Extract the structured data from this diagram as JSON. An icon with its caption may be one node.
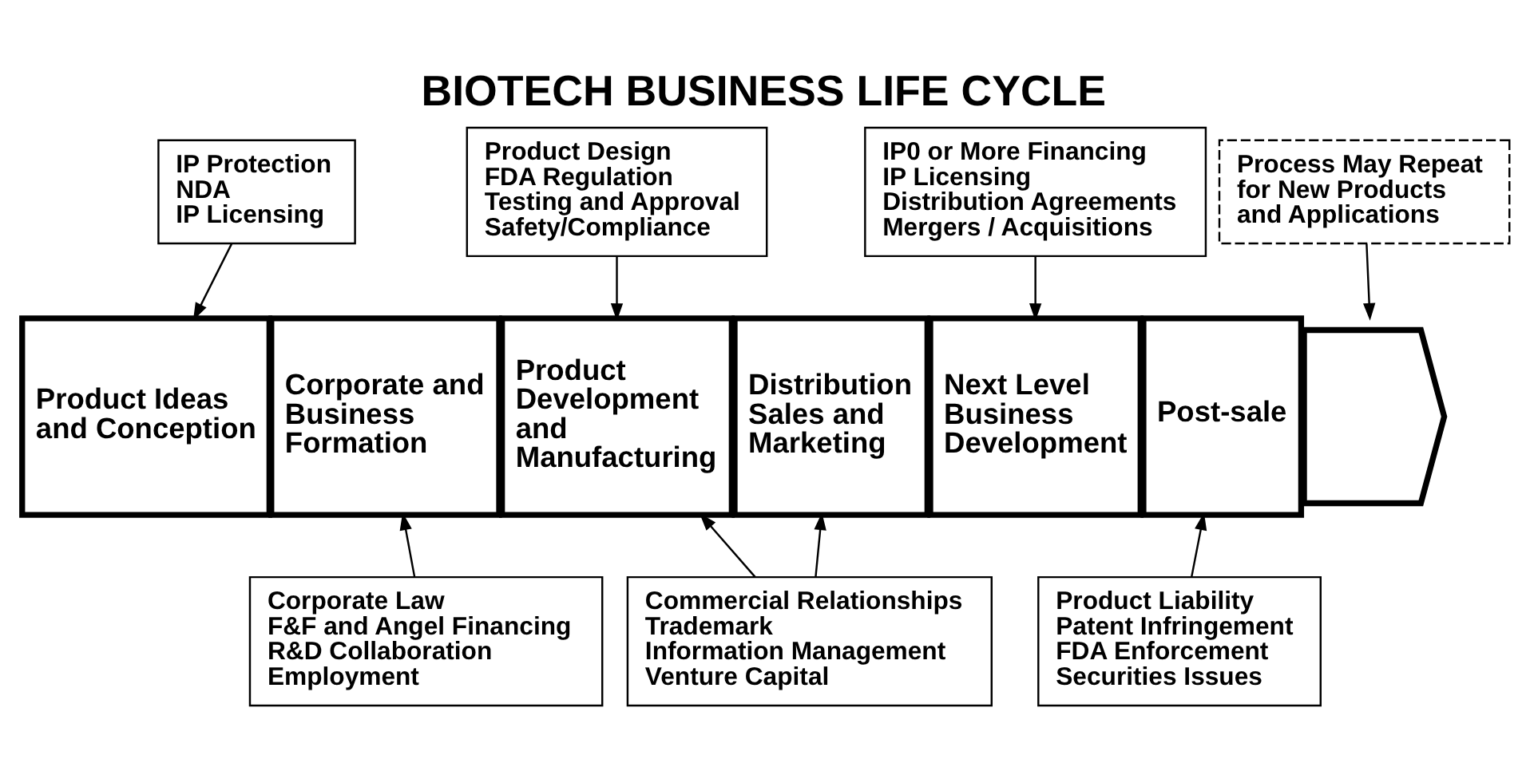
{
  "diagram": {
    "title": "BIOTECH BUSINESS LIFE CYCLE",
    "nodes": [
      {
        "text": [
          "IP Protection",
          "NDA",
          "IP Licensing"
        ]
      },
      {
        "text": [
          "Product Design",
          "FDA Regulation",
          "Testing and Approval",
          "Safety/Compliance"
        ]
      },
      {
        "text": [
          "IP0 or More Financing",
          "IP Licensing",
          "Distribution Agreements",
          "Mergers / Acquisitions"
        ]
      },
      {
        "text": [
          "Process May Repeat for New Products and Applications"
        ]
      },
      {
        "text": [
          "Product Ideas and Conception"
        ]
      },
      {
        "text": [
          "Corporate and Business Formation"
        ]
      },
      {
        "text": [
          "Product Development and Manufacturing"
        ]
      },
      {
        "text": [
          "Distribution Sales and Marketing"
        ]
      },
      {
        "text": [
          "Next Level Business Development"
        ]
      },
      {
        "text": [
          "Post-sale"
        ]
      },
      {
        "text": [],
        "shape": "arrow"
      },
      {
        "text": [
          "Corporate Law",
          "F&F and Angel Financing",
          "R&D Collaboration",
          "Employment"
        ]
      },
      {
        "text": [
          "Commercial Relationships",
          "Trademark",
          "Information Management",
          "Venture Capital"
        ]
      },
      {
        "text": [
          "Product Liability",
          "Patent Infringement",
          "FDA Enforcement",
          "Securities Issues"
        ]
      }
    ],
    "edges": [
      {
        "from": 0,
        "to": 4,
        "arrow": "to"
      },
      {
        "from": 1,
        "to": 6,
        "arrow": "to"
      },
      {
        "from": 2,
        "to": 8,
        "arrow": "to"
      },
      {
        "from": 3,
        "to": 10,
        "arrow": "to"
      },
      {
        "from": 11,
        "to": 5,
        "arrow": "to"
      },
      {
        "from": 12,
        "to": 6,
        "arrow": "to"
      },
      {
        "from": 12,
        "to": 7,
        "arrow": "to"
      },
      {
        "from": 13,
        "to": 9,
        "arrow": "to"
      }
    ]
  }
}
